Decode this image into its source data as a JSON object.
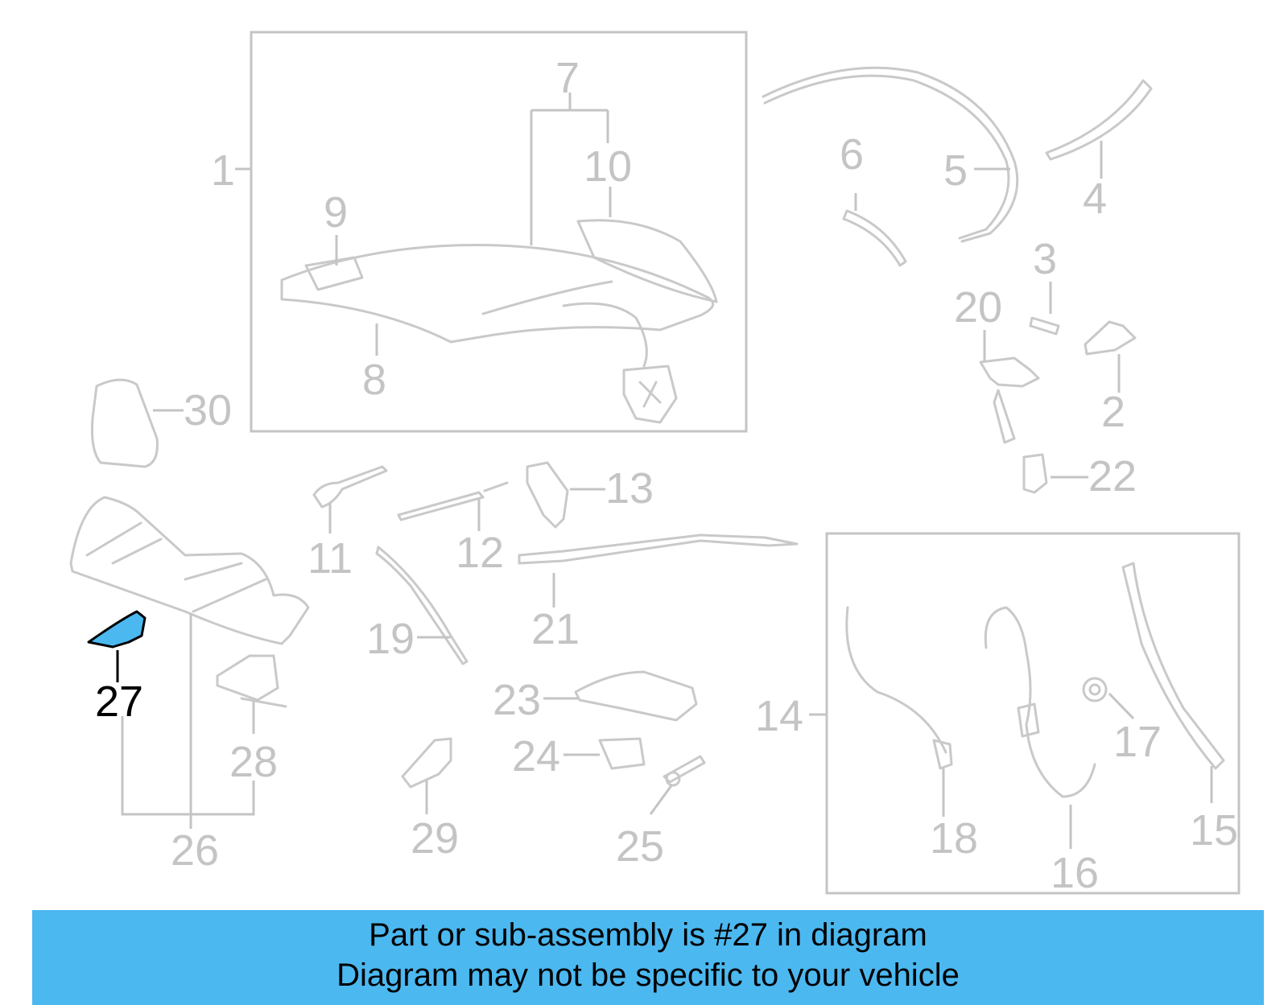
{
  "colors": {
    "highlight": "#4cb8f0",
    "banner_background": "#4cb8f0",
    "inactive_gray": "#c4c4c4",
    "active_label": "#000000"
  },
  "diagram": {
    "highlighted_part": "27",
    "callouts": [
      "1",
      "2",
      "3",
      "4",
      "5",
      "6",
      "7",
      "8",
      "9",
      "10",
      "11",
      "12",
      "13",
      "14",
      "15",
      "16",
      "17",
      "18",
      "19",
      "20",
      "21",
      "22",
      "23",
      "24",
      "25",
      "26",
      "27",
      "28",
      "29",
      "30"
    ]
  },
  "banner": {
    "line1": "Part or sub-assembly is #27 in diagram",
    "line2": "Diagram may not be specific to your vehicle"
  }
}
